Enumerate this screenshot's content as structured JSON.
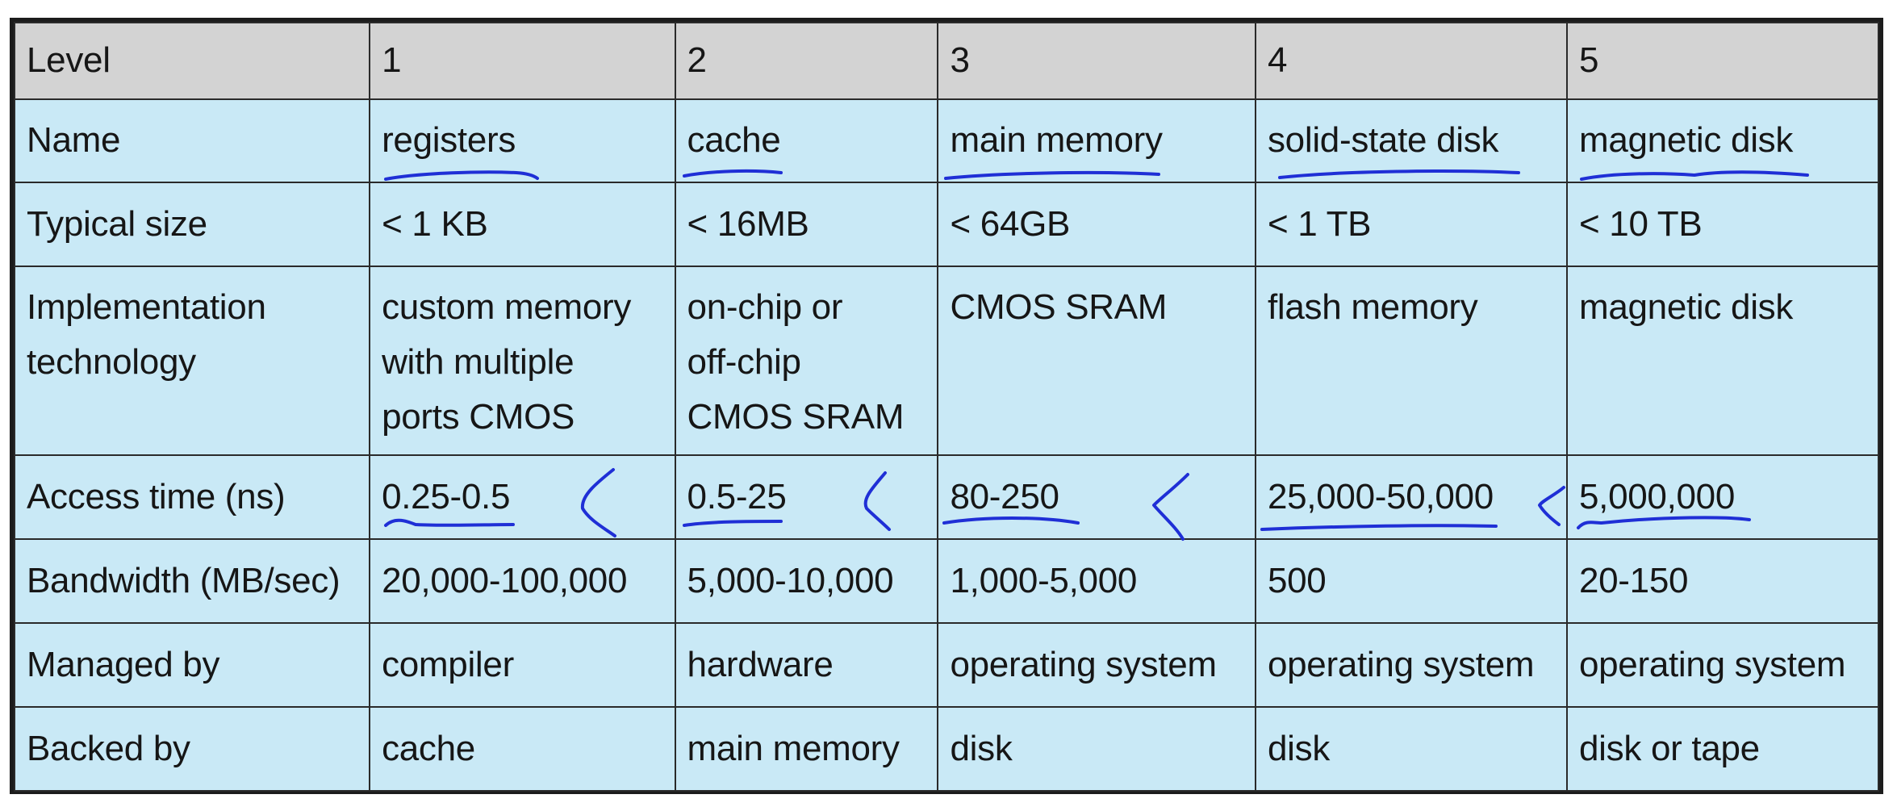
{
  "table": {
    "rows": [
      {
        "label": "Level",
        "cells": [
          "1",
          "2",
          "3",
          "4",
          "5"
        ]
      },
      {
        "label": "Name",
        "cells": [
          "registers",
          "cache",
          "main memory",
          "solid-state disk",
          "magnetic disk"
        ]
      },
      {
        "label": "Typical size",
        "cells": [
          "< 1 KB",
          "< 16MB",
          "< 64GB",
          "< 1 TB",
          "< 10 TB"
        ]
      },
      {
        "label": [
          "Implementation",
          "technology"
        ],
        "cells": [
          [
            "custom memory",
            "with multiple",
            "ports CMOS"
          ],
          [
            "on-chip or",
            "off-chip",
            "CMOS SRAM"
          ],
          [
            "CMOS SRAM"
          ],
          [
            "flash memory"
          ],
          [
            "magnetic disk"
          ]
        ]
      },
      {
        "label": "Access time (ns)",
        "cells": [
          "0.25-0.5",
          "0.5-25",
          "80-250",
          "25,000-50,000",
          "5,000,000"
        ]
      },
      {
        "label": "Bandwidth (MB/sec)",
        "cells": [
          "20,000-100,000",
          "5,000-10,000",
          "1,000-5,000",
          "500",
          "20-150"
        ]
      },
      {
        "label": "Managed by",
        "cells": [
          "compiler",
          "hardware",
          "operating system",
          "operating system",
          "operating system"
        ]
      },
      {
        "label": "Backed by",
        "cells": [
          "cache",
          "main memory",
          "disk",
          "disk",
          "disk or tape"
        ]
      }
    ]
  },
  "colors": {
    "header_bg": "#d3d3d3",
    "body_bg": "#c9e9f6",
    "border": "#1c1c1c",
    "annotation_ink": "#1f2fd6"
  },
  "annotations": {
    "underlined_cells": [
      "registers",
      "cache",
      "main memory",
      "solid-state disk",
      "magnetic disk",
      "0.25-0.5",
      "0.5-25",
      "80-250",
      "25,000-50,000",
      "5,000,000"
    ],
    "less_than_marks_between_access_times": 4
  }
}
